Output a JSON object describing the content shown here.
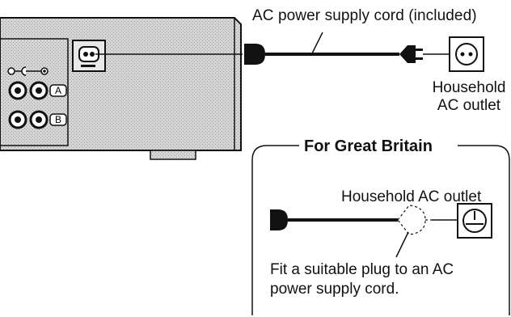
{
  "labels": {
    "cord": "AC power supply cord (included)",
    "outlet_line1": "Household",
    "outlet_line2": "AC outlet",
    "gb_title": "For Great Britain",
    "gb_outlet": "Household AC outlet",
    "gb_note_line1": "Fit a suitable plug to an AC",
    "gb_note_line2": "power supply cord."
  },
  "panel_marks": {
    "input_a": "A",
    "input_b": "B"
  },
  "colors": {
    "ink": "#111111",
    "panel_fill": "#cfcfcf",
    "paper": "#ffffff"
  }
}
